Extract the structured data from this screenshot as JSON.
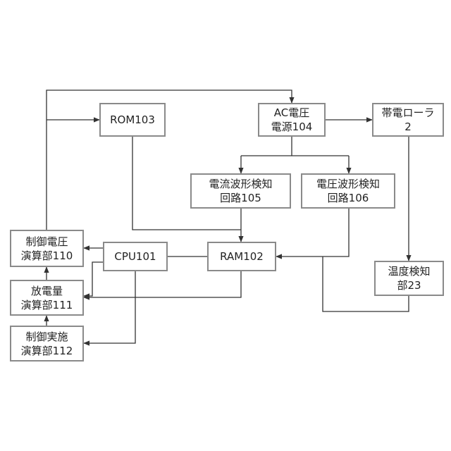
{
  "boxes": {
    "rom": {
      "line1": "ROM103"
    },
    "ac": {
      "line1": "AC電圧",
      "line2": "電源104"
    },
    "roller": {
      "line1": "帯電ローラ",
      "line2": "2"
    },
    "icur": {
      "line1": "電流波形検知",
      "line2": "回路105"
    },
    "vwave": {
      "line1": "電圧波形検知",
      "line2": "回路106"
    },
    "ctrlv": {
      "line1": "制御電圧",
      "line2": "演算部110"
    },
    "cpu": {
      "line1": "CPU101"
    },
    "ram": {
      "line1": "RAM102"
    },
    "temp": {
      "line1": "温度検知",
      "line2": "部23"
    },
    "disch": {
      "line1": "放電量",
      "line2": "演算部111"
    },
    "exec": {
      "line1": "制御実施",
      "line2": "演算部112"
    }
  }
}
